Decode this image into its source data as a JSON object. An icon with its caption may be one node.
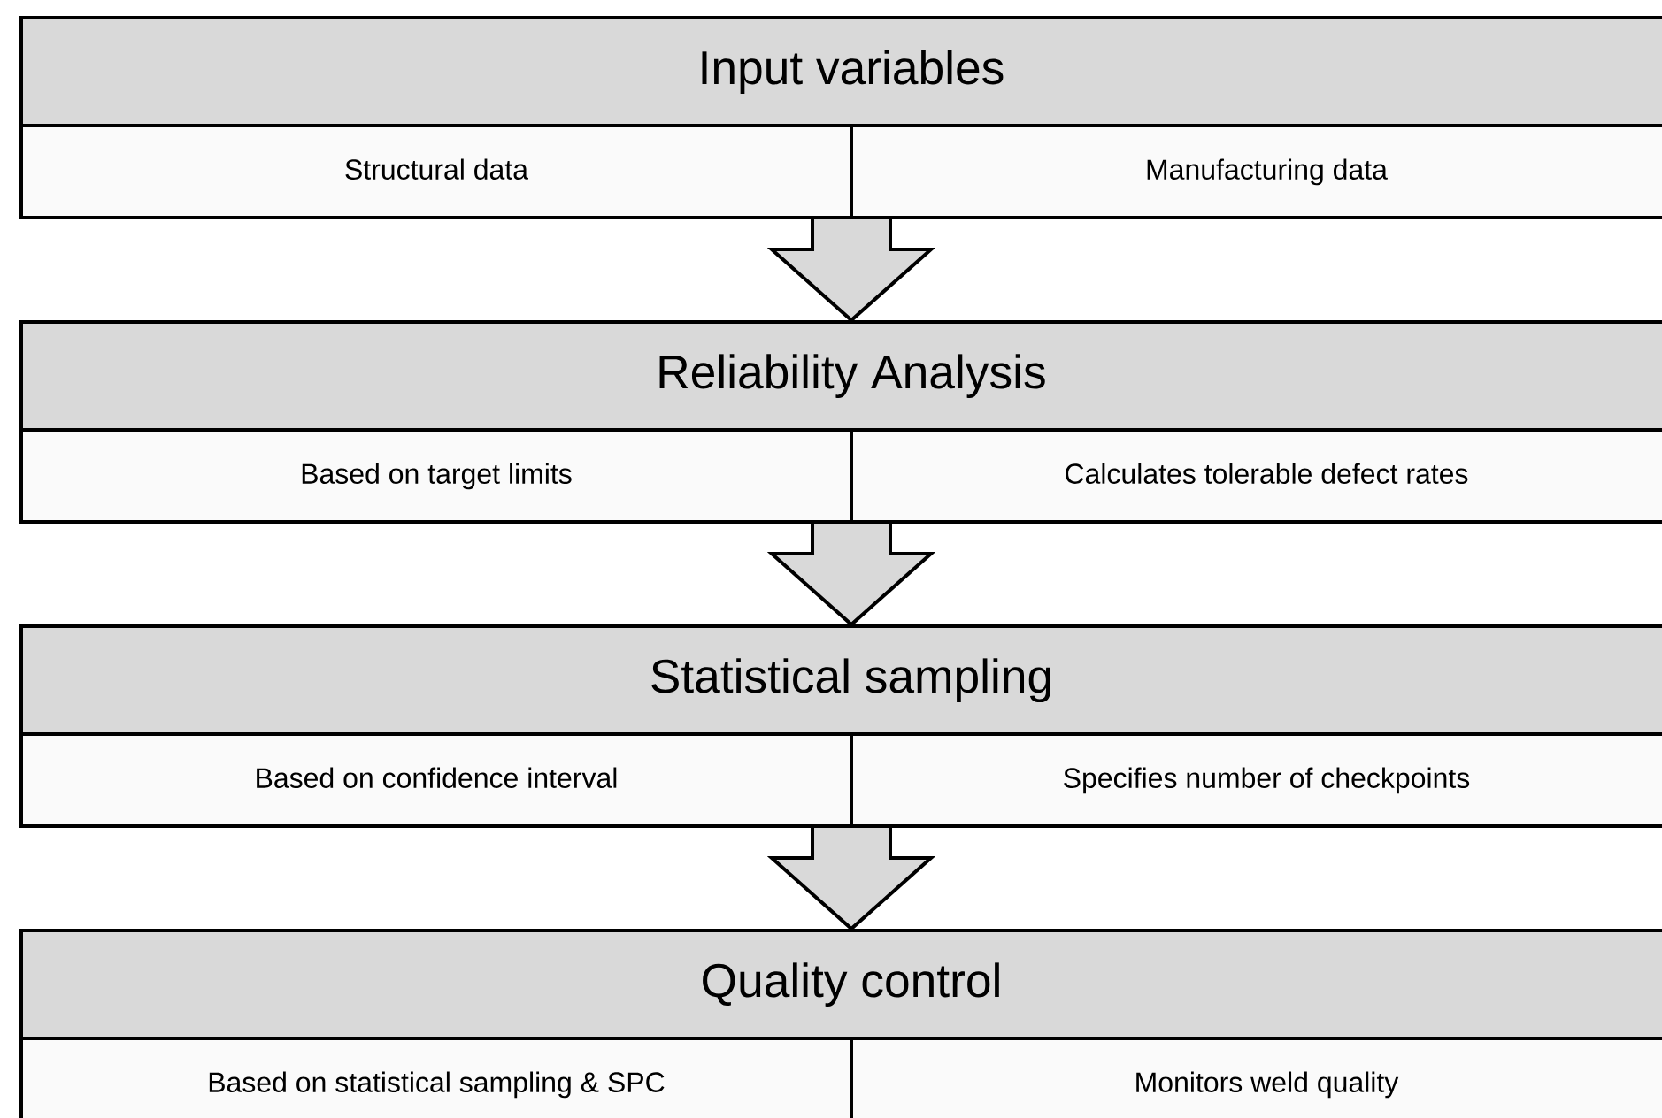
{
  "diagram": {
    "nodes": [
      {
        "text": [
          "Input variables"
        ]
      },
      {
        "text": [
          "Structural data"
        ]
      },
      {
        "text": [
          "Manufacturing data"
        ]
      },
      {
        "text": [
          "Reliability Analysis"
        ]
      },
      {
        "text": [
          "Based on target limits"
        ]
      },
      {
        "text": [
          "Calculates tolerable defect rates"
        ]
      },
      {
        "text": [
          "Statistical sampling"
        ]
      },
      {
        "text": [
          "Based on confidence interval"
        ]
      },
      {
        "text": [
          "Specifies number of checkpoints"
        ]
      },
      {
        "text": [
          "Quality control"
        ]
      },
      {
        "text": [
          "Based on statistical sampling & SPC"
        ]
      },
      {
        "text": [
          "Monitors weld quality"
        ]
      }
    ],
    "edges": [
      {
        "from": 1,
        "to": 3,
        "arrow": "to"
      },
      {
        "from": 2,
        "to": 3,
        "arrow": "to"
      },
      {
        "from": 4,
        "to": 6,
        "arrow": "to"
      },
      {
        "from": 5,
        "to": 6,
        "arrow": "to"
      },
      {
        "from": 7,
        "to": 9,
        "arrow": "to"
      },
      {
        "from": 8,
        "to": 9,
        "arrow": "to"
      }
    ]
  }
}
